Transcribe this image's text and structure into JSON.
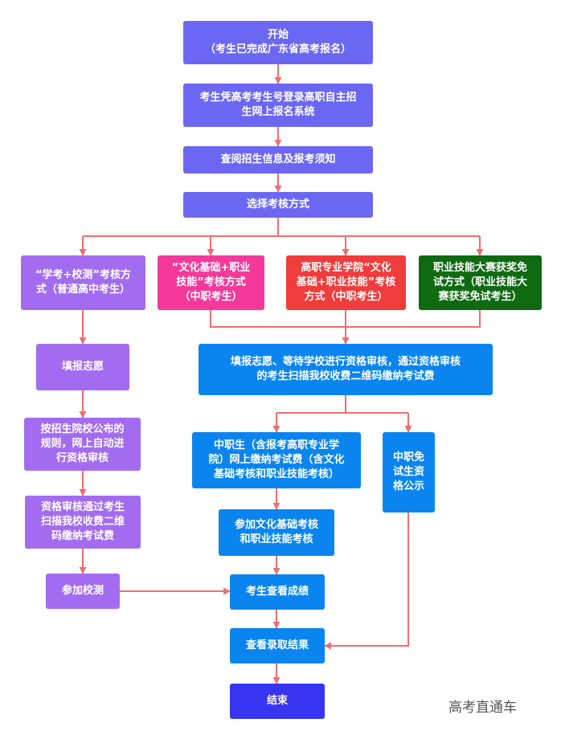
{
  "colors": {
    "connector": "#f36d6d",
    "indigo": "#6c67f2",
    "purple": "#a36cf0",
    "pink": "#f4399a",
    "red": "#f03c3b",
    "green": "#0f6a11",
    "blue": "#0a85f0",
    "navy": "#3735f0"
  },
  "nodes": {
    "start": "开始\n（考生已完成广东省高考报名）",
    "login": "考生凭高考考生号登录高职自主招\n生网上报名系统",
    "read_info": "查阅招生信息及报考须知",
    "choose_method": "选择考核方式",
    "method_academic": "“学考+校测”考核方\n式（普通高中考生）",
    "method_culture_skill": "“文化基础+职业\n技能”考核方式\n（中职考生）",
    "method_college": "高职专业学院“文化\n基础+职业技能”考核\n方式（中职考生）",
    "method_competition": "职业技能大赛获奖免\n试方式（职业技能大\n赛获奖免试考生）",
    "fill_wishes": "填报志愿",
    "auto_review": "按招生院校公布的\n规则，网上自动进\n行资格审核",
    "pay_qr_left": "资格审核通过考生\n扫描我校收费二维\n码缴纳考试费",
    "attend_test": "参加校测",
    "fill_review_pay": "填报志愿、等待学校进行资格审核，通过资格审核\n的考生扫描我校收费二维码缴纳考试费",
    "online_pay": "中职生（含报考高职专业学\n院）网上缴纳考试费（含文化\n基础考核和职业技能考核）",
    "exempt_publicity": "中职免\n试生资\n格公示",
    "attend_exam": "参加文化基础考核\n和职业技能考核",
    "check_scores": "考生查看成绩",
    "check_admission": "查看录取结果",
    "end": "结束"
  },
  "watermark": "高考直通车"
}
